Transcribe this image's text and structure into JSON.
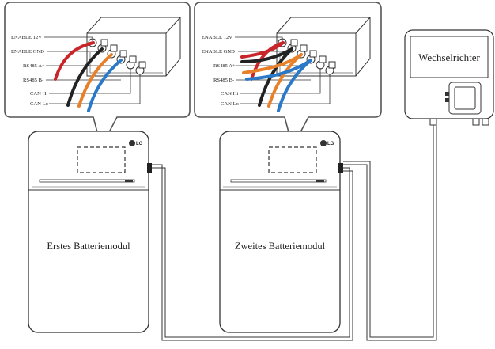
{
  "callout_left": {
    "pins": [
      "ENABLE 12V",
      "ENABLE GND",
      "RS485 A+",
      "RS485 B-",
      "CAN Hi",
      "CAN Lo"
    ]
  },
  "callout_right": {
    "pins": [
      "ENABLE 12V",
      "ENABLE GND",
      "RS485 A+",
      "RS485 B-",
      "CAN Hi",
      "CAN Lo"
    ]
  },
  "module1": {
    "label": "Erstes Batteriemodul",
    "brand": "LG"
  },
  "module2": {
    "label": "Zweites Batteriemodul",
    "brand": "LG"
  },
  "inverter": {
    "label": "Wechselrichter"
  },
  "colors": {
    "wire_red": "#c8262a",
    "wire_black": "#222222",
    "wire_orange": "#e8802a",
    "wire_blue": "#2a78c8",
    "outline": "#333333"
  }
}
